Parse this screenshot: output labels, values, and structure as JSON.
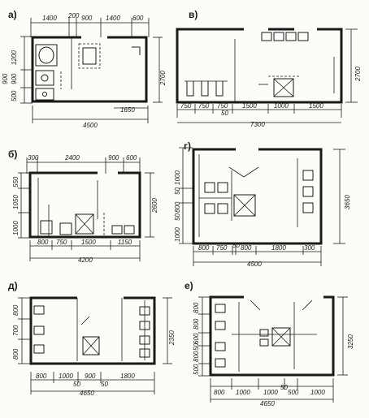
{
  "panels": [
    {
      "label": "а)",
      "top_dims": [
        "1400",
        "200",
        "900",
        "1400",
        "600"
      ],
      "left_dims": [
        "1200",
        "900",
        "500"
      ],
      "left_sub": [
        "900"
      ],
      "right_dim": "2700",
      "inner_dim": "1650",
      "bottom_dim": "4500"
    },
    {
      "label": "в)",
      "right_dim": "2700",
      "bottom_row": [
        "750",
        "750",
        "750",
        "1500",
        "1000",
        "1500"
      ],
      "bottom_sub": "50",
      "bottom_dim": "7300"
    },
    {
      "label": "б)",
      "top_dims": [
        "300",
        "2400",
        "900",
        "600"
      ],
      "left_dims": [
        "550",
        "1050",
        "1000"
      ],
      "right_dim": "2600",
      "bottom_row": [
        "800",
        "750",
        "1500",
        "1150"
      ],
      "bottom_dim": "4200"
    },
    {
      "label": "г)",
      "left_dims": [
        "1000",
        "50",
        "800",
        "50",
        "1000"
      ],
      "right_dim": "3650",
      "bottom_row": [
        "800",
        "750",
        "50",
        "800",
        "1800",
        "300"
      ],
      "bottom_dim": "4500"
    },
    {
      "label": "д)",
      "left_dims": [
        "800",
        "700",
        "800"
      ],
      "right_dim": "2350",
      "bottom_row": [
        "800",
        "1000",
        "900",
        "1800"
      ],
      "bottom_sub": [
        "50",
        "50"
      ],
      "bottom_dim": "4650"
    },
    {
      "label": "е)",
      "left_dims": [
        "800",
        "800",
        "600",
        "50",
        "800",
        "500"
      ],
      "right_dim": "3250",
      "bottom_row": [
        "800",
        "1000",
        "1000",
        "500",
        "1000"
      ],
      "bottom_sub": [
        "50"
      ],
      "bottom_dim": "4650"
    }
  ]
}
